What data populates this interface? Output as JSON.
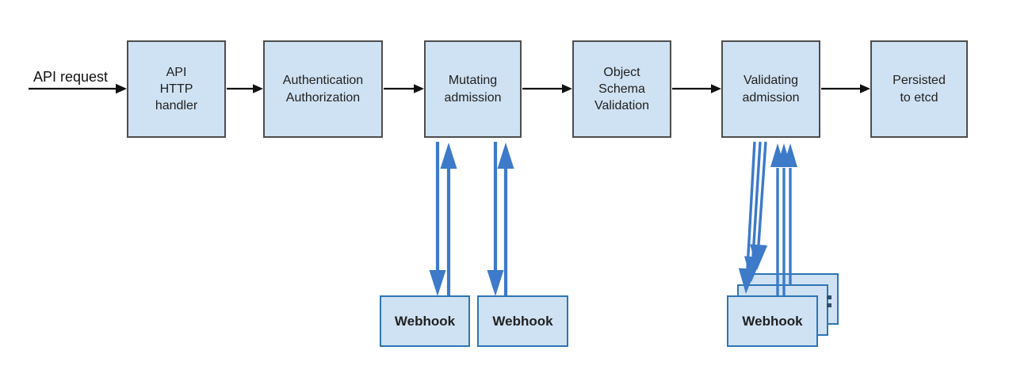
{
  "colors": {
    "node_fill": "#cfe2f3",
    "node_border": "#4d4d4d",
    "webhook_border": "#2e75b6",
    "arrow_blue": "#3d7ac9",
    "arrow_black": "#111111",
    "text": "#212121"
  },
  "diagram": {
    "request_label": "API request",
    "nodes": [
      {
        "id": "api-http-handler",
        "label": [
          "API",
          "HTTP",
          "handler"
        ]
      },
      {
        "id": "authentication-authorization",
        "label": [
          "Authentication",
          "Authorization"
        ]
      },
      {
        "id": "mutating-admission",
        "label": [
          "Mutating",
          "admission"
        ]
      },
      {
        "id": "object-schema-validation",
        "label": [
          "Object",
          "Schema",
          "Validation"
        ]
      },
      {
        "id": "validating-admission",
        "label": [
          "Validating",
          "admission"
        ]
      },
      {
        "id": "persisted-to-etcd",
        "label": [
          "Persisted",
          "to etcd"
        ]
      }
    ],
    "webhooks": {
      "mutating": [
        "Webhook",
        "Webhook"
      ],
      "validating": [
        "Webhook"
      ]
    }
  }
}
